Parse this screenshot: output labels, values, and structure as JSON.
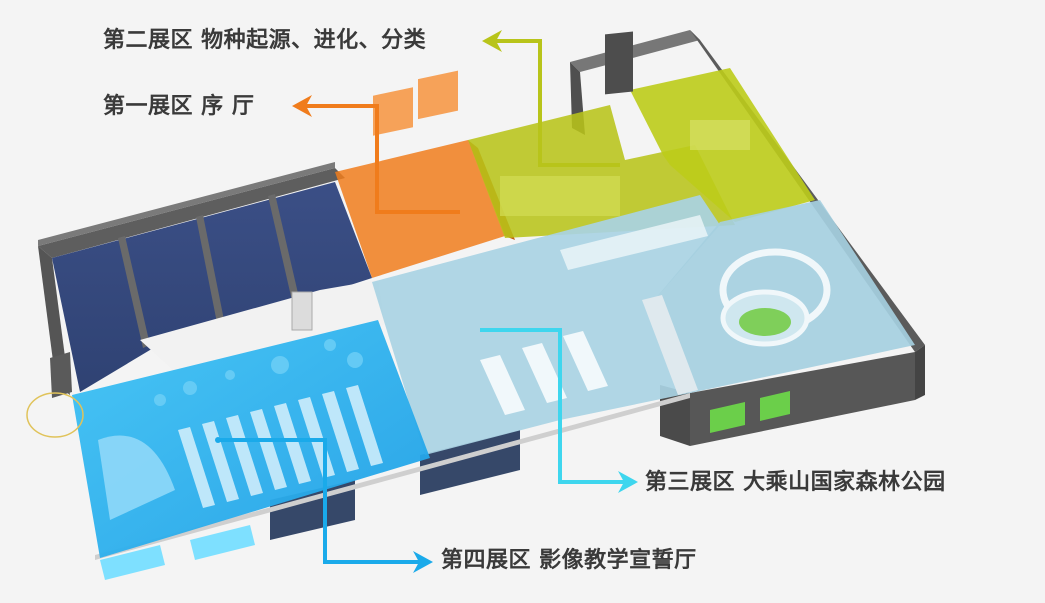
{
  "zones": [
    {
      "id": "zone1",
      "label": "第一展区 序 厅",
      "color": "#f07c1c"
    },
    {
      "id": "zone2",
      "label": "第二展区 物种起源、进化、分类",
      "color": "#b8c41a"
    },
    {
      "id": "zone3",
      "label": "第三展区 大乘山国家森林公园",
      "color": "#3ed6ee"
    },
    {
      "id": "zone4",
      "label": "第四展区 影像教学宣誓厅",
      "color": "#1aaaea"
    }
  ]
}
